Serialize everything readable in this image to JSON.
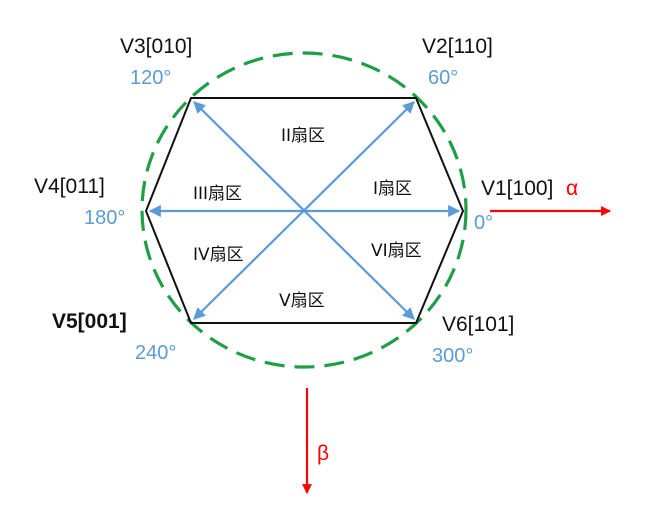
{
  "colors": {
    "vector": "#5b9bd5",
    "circle": "#1e9e46",
    "hexagon": "#111111",
    "axis": "#ff0000",
    "angle_text": "#5b9bd5",
    "label_text": "#111111"
  },
  "vectors": [
    {
      "name": "V1[100]",
      "angle": "0°"
    },
    {
      "name": "V2[110]",
      "angle": "60°"
    },
    {
      "name": "V3[010]",
      "angle": "120°"
    },
    {
      "name": "V4[011]",
      "angle": "180°"
    },
    {
      "name": "V5[001]",
      "angle": "240°"
    },
    {
      "name": "V6[101]",
      "angle": "300°"
    }
  ],
  "sectors": [
    "I扇区",
    "II扇区",
    "III扇区",
    "IV扇区",
    "V扇区",
    "VI扇区"
  ],
  "axes": {
    "alpha": "α",
    "beta": "β"
  }
}
